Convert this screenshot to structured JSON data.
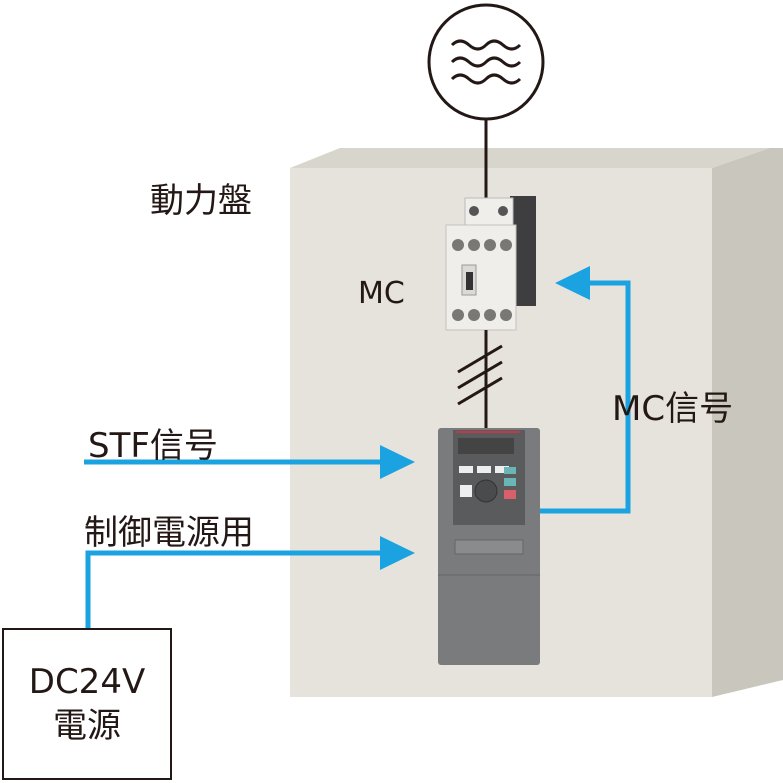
{
  "labels": {
    "panel": "動力盤",
    "mc": "MC",
    "stf_signal": "STF信号",
    "control_power": "制御電源用",
    "mc_signal": "MC信号"
  },
  "power_supply": {
    "line1": "DC24V",
    "line2": "電源"
  },
  "icons": {
    "ac_source": "ac-wave-icon",
    "contactor": "magnetic-contactor",
    "inverter": "inverter"
  },
  "colors": {
    "signal": "#1aa3e0",
    "panel_front": "#e6e3dc",
    "panel_side": "#c9c6be",
    "wire": "#231815"
  }
}
